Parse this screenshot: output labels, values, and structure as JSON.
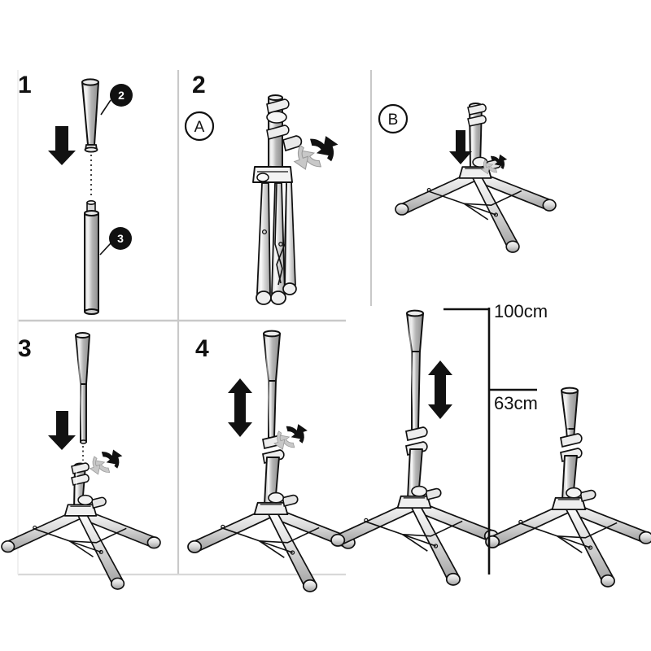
{
  "document": {
    "type": "assembly-instruction-diagram",
    "subject": "Adjustable batting tee / tripod stand assembly",
    "background_color": "#ffffff",
    "line_color": "#111111",
    "metal_fill": "#a8a8a8",
    "metal_fill_light": "#d4d4d4",
    "divider_color": "#c9c9c9"
  },
  "panels": [
    {
      "id": "panel-1",
      "step_label": "1",
      "sub_label": "",
      "action": "insert-bat-top-into-shaft",
      "arrow": "down",
      "parts": [
        {
          "badge": "2",
          "name": "bat-top-taper"
        },
        {
          "badge": "3",
          "name": "lower-shaft"
        }
      ]
    },
    {
      "id": "panel-2a",
      "step_label": "2",
      "sub_label": "A",
      "action": "loosen-collar-folded-tripod",
      "arrow": "rotate",
      "parts": []
    },
    {
      "id": "panel-2b",
      "step_label": "",
      "sub_label": "B",
      "action": "open-legs-and-tighten",
      "arrow": "down-and-rotate",
      "parts": []
    },
    {
      "id": "panel-3",
      "step_label": "3",
      "sub_label": "",
      "action": "insert-bat-assembly-into-stand",
      "arrow": "down-and-rotate",
      "parts": []
    },
    {
      "id": "panel-4",
      "step_label": "4",
      "sub_label": "",
      "action": "adjust-height-and-lock",
      "arrow": "up-down-and-rotate",
      "parts": []
    }
  ],
  "measurements": {
    "high_label": "100cm",
    "low_label": "63cm",
    "unit": "cm",
    "high_value": 100,
    "low_value": 63,
    "scale_axis": "vertical"
  },
  "height_figures": [
    {
      "name": "tee-at-max-height",
      "label": "100cm",
      "arrow": "up-down"
    },
    {
      "name": "tee-at-min-height",
      "label": "63cm",
      "arrow": "none"
    }
  ],
  "callout_badges": [
    {
      "value": "2",
      "target": "bat-top-taper"
    },
    {
      "value": "3",
      "target": "lower-shaft"
    }
  ],
  "circled_letters": [
    {
      "value": "A",
      "panel": "panel-2a"
    },
    {
      "value": "B",
      "panel": "panel-2b"
    }
  ]
}
